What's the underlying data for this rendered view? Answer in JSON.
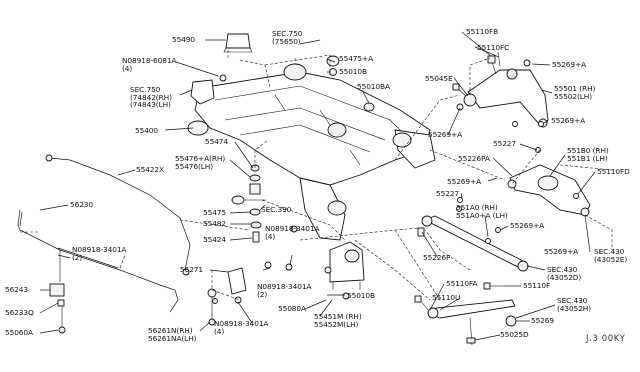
{
  "labels": [
    "55490",
    "N08918-6081A\n(4)",
    "SEC.750\n(74842(RH)\n(74843(LH)",
    "55400",
    "SEC.750\n(75650)",
    "55475+A",
    "55010B",
    "55010BA",
    "55474",
    "55476+A(RH)\n55476(LH)",
    "55475",
    "55482",
    "55424",
    "SEC.390",
    "55422X",
    "56230",
    "N08918-3401A\n(2)",
    "56243",
    "56233Q",
    "55060A",
    "56271",
    "N08918-3401A\n(2)",
    "56261N(RH)\n56261NA(LH)",
    "N08918-3401A\n(4)",
    "N08918-3401A\n(4)",
    "55080A",
    "55451M (RH)\n55452M(LH)",
    "55010B",
    "55110FB",
    "55110FC",
    "55269+A",
    "55045E",
    "55501 (RH)\n55502(LH)",
    "55269+A",
    "55269+A",
    "55227",
    "55226PA",
    "551B0 (RH)\n551B1 (LH)",
    "55110FD",
    "55269+A",
    "55227",
    "551A0 (RH)\n551A0+A (LH)",
    "55269+A",
    "55226P",
    "55269+A",
    "SEC.430\n(43052E)",
    "SEC.430\n(43052D)",
    "55110FA",
    "55110F",
    "55110U",
    "SEC.430\n(43052H)",
    "55025D",
    "55269"
  ],
  "diagram_code": "J.3 00KY"
}
